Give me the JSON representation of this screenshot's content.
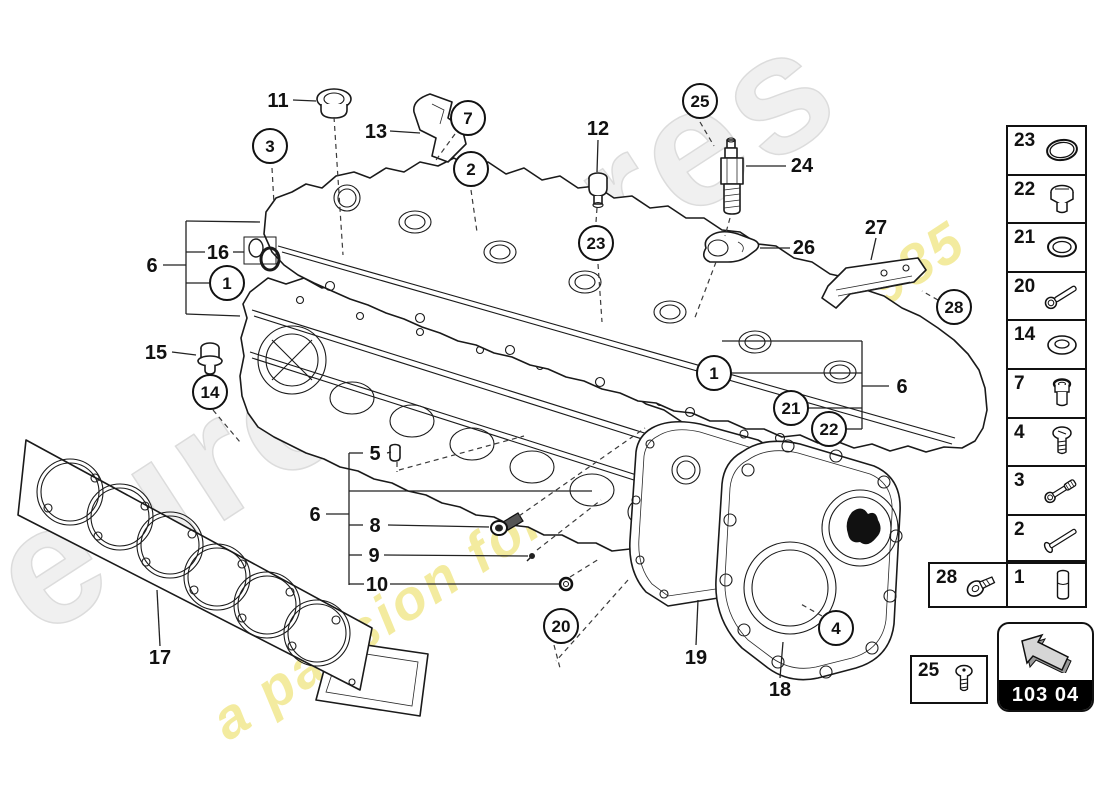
{
  "watermark": {
    "brand": "eurospares",
    "tagline": "a passion for parts since 1985",
    "brand_color": "#f0f0f0",
    "tagline_color": "#f1e88f"
  },
  "callouts": {
    "balloons": [
      {
        "label": "3"
      },
      {
        "label": "7"
      },
      {
        "label": "2"
      },
      {
        "label": "25"
      },
      {
        "label": "23"
      },
      {
        "label": "28"
      },
      {
        "label": "1"
      },
      {
        "label": "14"
      },
      {
        "label": "1"
      },
      {
        "label": "21"
      },
      {
        "label": "22"
      },
      {
        "label": "20"
      },
      {
        "label": "4"
      }
    ],
    "labels": [
      {
        "label": "11"
      },
      {
        "label": "13"
      },
      {
        "label": "12"
      },
      {
        "label": "24"
      },
      {
        "label": "26"
      },
      {
        "label": "27"
      },
      {
        "label": "16"
      },
      {
        "label": "6"
      },
      {
        "label": "15"
      },
      {
        "label": "5"
      },
      {
        "label": "6"
      },
      {
        "label": "8"
      },
      {
        "label": "9"
      },
      {
        "label": "10"
      },
      {
        "label": "17"
      },
      {
        "label": "19"
      },
      {
        "label": "18"
      },
      {
        "label": "6"
      }
    ]
  },
  "legend": {
    "items": [
      {
        "number": "23",
        "icon": "o-ring-icon"
      },
      {
        "number": "22",
        "icon": "hex-plug-bolt-icon"
      },
      {
        "number": "21",
        "icon": "seal-washer-icon"
      },
      {
        "number": "20",
        "icon": "long-socket-bolt-icon"
      },
      {
        "number": "14",
        "icon": "flat-washer-icon"
      },
      {
        "number": "7",
        "icon": "cap-nut-icon"
      },
      {
        "number": "4",
        "icon": "pan-head-screw-icon"
      },
      {
        "number": "3",
        "icon": "socket-head-bolt-icon"
      },
      {
        "number": "2",
        "icon": "long-flange-bolt-icon"
      }
    ],
    "bottom_row": [
      {
        "number": "28",
        "icon": "large-pan-head-screw-icon"
      },
      {
        "number": "1",
        "icon": "dowel-pin-icon"
      }
    ],
    "side_box": {
      "number": "25",
      "icon": "small-pan-head-screw-icon"
    },
    "group_code": "103 04"
  },
  "colors": {
    "line": "#1a1a1a",
    "badge_band": "#000000"
  }
}
